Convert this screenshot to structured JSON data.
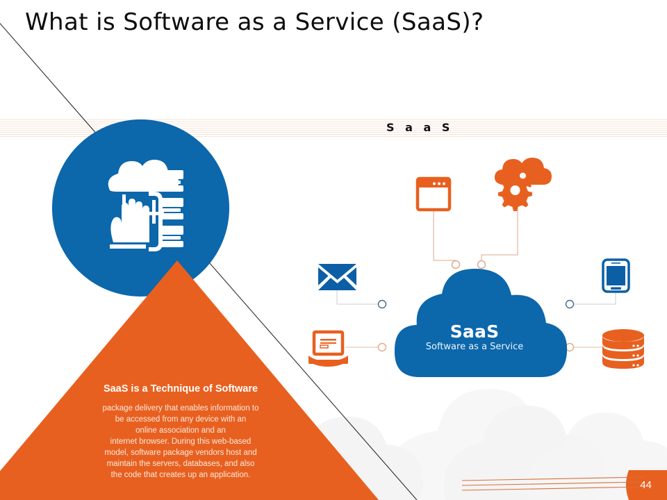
{
  "slide": {
    "title": "What is Software as a Service (SaaS)?",
    "page_number": "44",
    "band_label": "S a a S"
  },
  "colors": {
    "blue": "#0c67ab",
    "orange": "#e8601f",
    "light_orange": "#ef6c21",
    "band_stripe": "#f7e3d6",
    "title_text": "#0d0d0d",
    "white": "#ffffff",
    "watermark": "#f4f4f4"
  },
  "feature_circle": {
    "icon_name": "cloud-hand-servers-icon",
    "fill": "#0c67ab"
  },
  "triangle_panel": {
    "heading": "SaaS is a Technique of Software",
    "body": "package delivery that enables information to be accessed from any device with an online association and an internet browser. During this web-based model, software package vendors host and maintain the servers, databases, and also the code that creates up an application.",
    "body_lines": [
      "package delivery that enables information to",
      "be accessed from any device with an",
      "online association and an",
      "internet browser. During this web-based",
      "model, software package vendors host and",
      "maintain the servers, databases, and also",
      "the code that creates up an application."
    ],
    "fill": "#e8601f"
  },
  "diagram": {
    "center": {
      "shape": "cloud",
      "title": "SaaS",
      "subtitle": "Software as a Service",
      "fill": "#0c67ab"
    },
    "nodes": [
      {
        "id": "browser",
        "label": "browser-window-icon",
        "icon_name": "browser-window-icon",
        "color": "#e8601f",
        "position": "top-left",
        "connector_color": "#d9a98c"
      },
      {
        "id": "gears",
        "label": "cloud-gears-icon",
        "icon_name": "cloud-gears-icon",
        "color": "#e8601f",
        "position": "top-right",
        "connector_color": "#d9a98c"
      },
      {
        "id": "email",
        "label": "envelope-icon",
        "icon_name": "envelope-icon",
        "color": "#0c67ab",
        "position": "left-upper",
        "connector_color": "#c9ced6"
      },
      {
        "id": "laptop",
        "label": "laptop-icon",
        "icon_name": "laptop-icon",
        "color": "#e8601f",
        "position": "left-lower",
        "connector_color": "#e6bda6"
      },
      {
        "id": "tablet",
        "label": "tablet-device-icon",
        "icon_name": "tablet-device-icon",
        "color": "#0c67ab",
        "position": "right-upper",
        "connector_color": "#c9ced6"
      },
      {
        "id": "database",
        "label": "database-stack-icon",
        "icon_name": "database-stack-icon",
        "color": "#e8601f",
        "position": "right-lower",
        "connector_color": "#e6bda6"
      }
    ]
  },
  "decor": {
    "diagonal_line_color": "#2b2b2b",
    "footer_rule_color": "#d4713c",
    "footer_rule_count": 3
  }
}
